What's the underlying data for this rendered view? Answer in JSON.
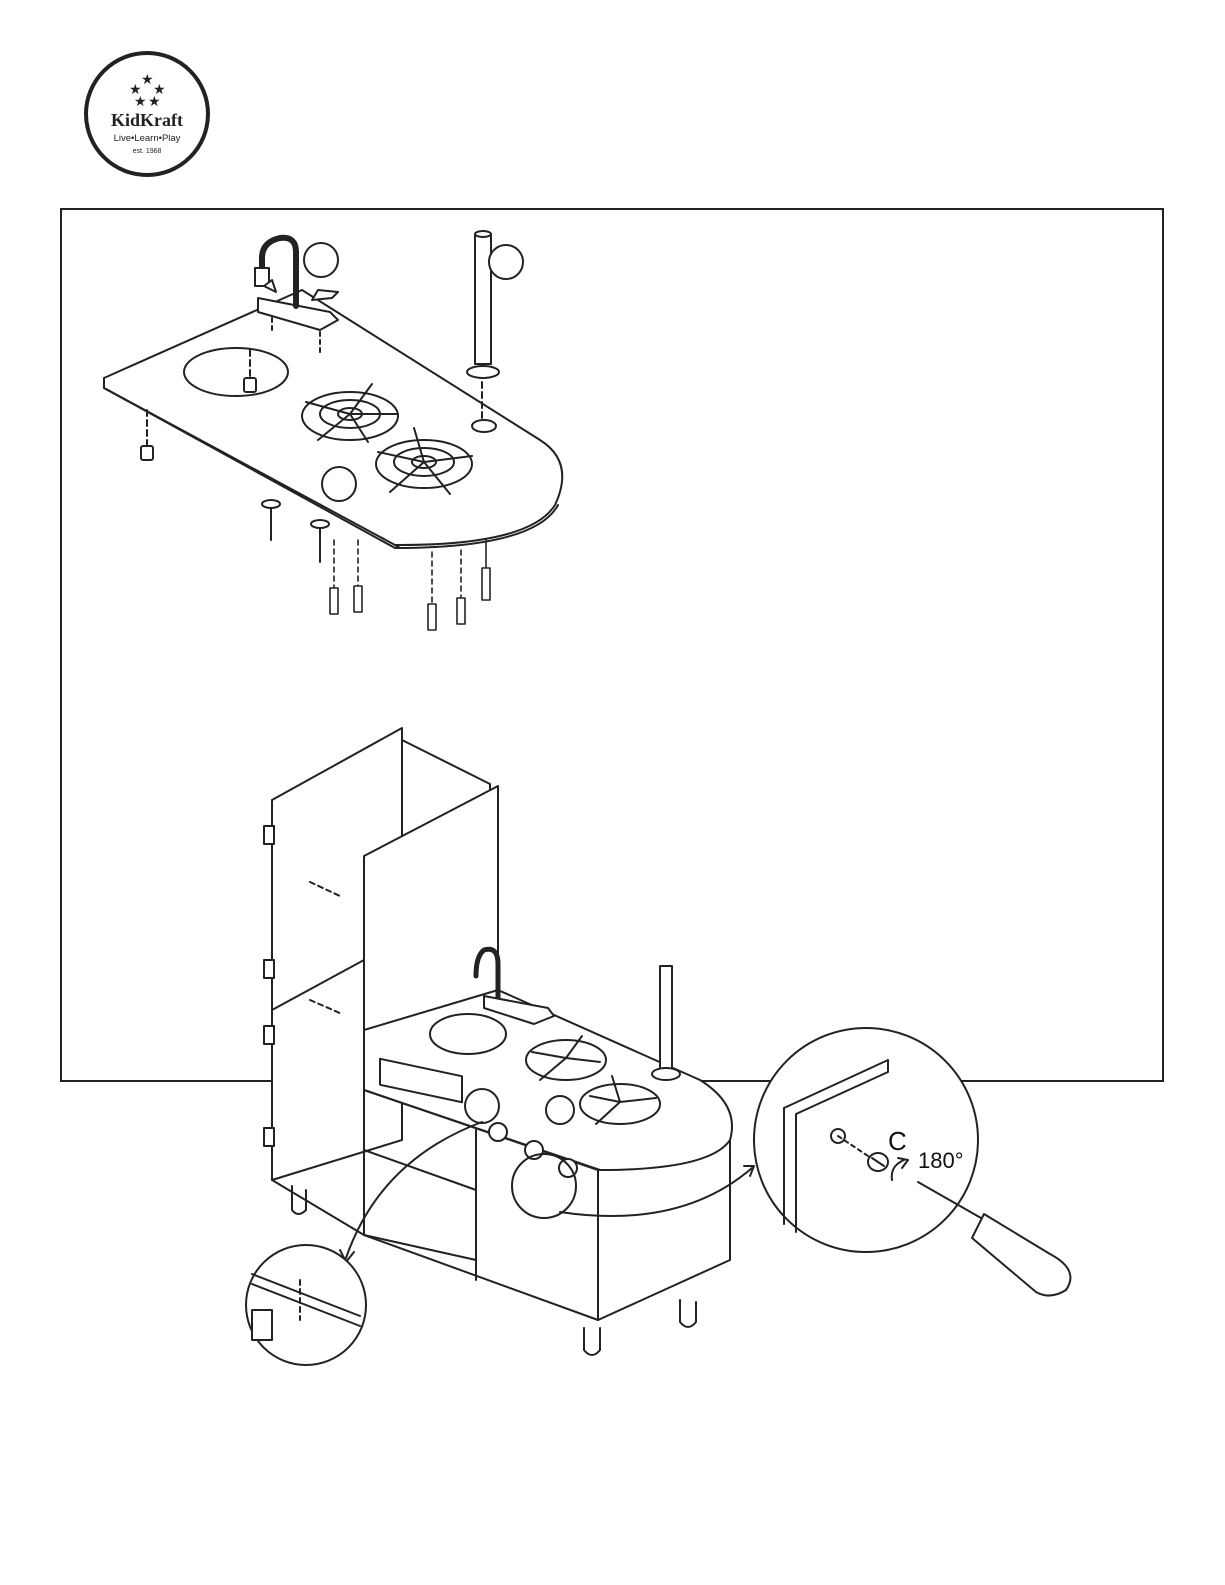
{
  "brand": {
    "name": "KidKraft",
    "tagline": "Live•Learn•Play",
    "established": "est. 1968"
  },
  "step": {
    "detail_part_letter": "C",
    "detail_rotation": "180°"
  },
  "icons": [
    "kidkraft-logo",
    "faucet",
    "paper-towel-holder",
    "stove-burner",
    "screw",
    "cam-lock",
    "screwdriver"
  ]
}
